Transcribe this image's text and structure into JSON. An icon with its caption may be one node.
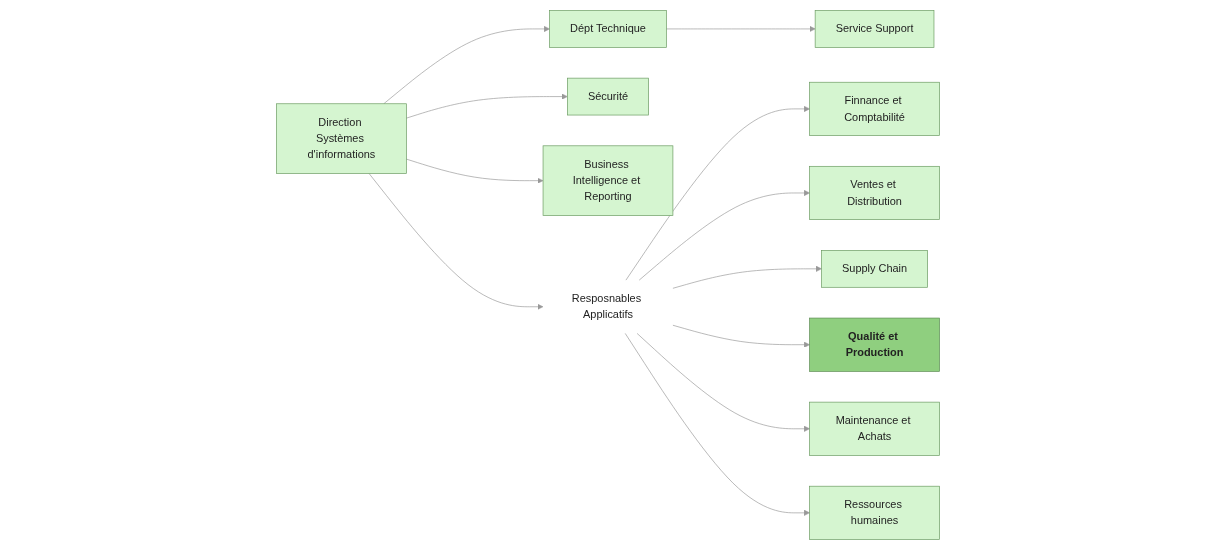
{
  "diagram": {
    "nodes": [
      {
        "text": [
          "Direction Systèmes d'informations"
        ]
      },
      {
        "text": [
          "Dépt Technique"
        ]
      },
      {
        "text": [
          "Service Support"
        ]
      },
      {
        "text": [
          "Sécurité"
        ]
      },
      {
        "text": [
          "Business Intelligence et Reporting"
        ]
      },
      {
        "text": [
          "Resposnables Applicatifs"
        ]
      },
      {
        "text": [
          "Finnance et Comptabilité"
        ]
      },
      {
        "text": [
          "Ventes et Distribution"
        ]
      },
      {
        "text": [
          "Supply Chain"
        ]
      },
      {
        "text": [
          "Qualité et Production"
        ]
      },
      {
        "text": [
          "Maintenance et Achats"
        ]
      },
      {
        "text": [
          "Ressources humaines"
        ]
      }
    ],
    "edges": [
      {
        "from": 0,
        "to": 1,
        "arrow": "to"
      },
      {
        "from": 0,
        "to": 3,
        "arrow": "to"
      },
      {
        "from": 0,
        "to": 4,
        "arrow": "to"
      },
      {
        "from": 0,
        "to": 5,
        "arrow": "to"
      },
      {
        "from": 1,
        "to": 2,
        "arrow": "to"
      },
      {
        "from": 5,
        "to": 6,
        "arrow": "to"
      },
      {
        "from": 5,
        "to": 7,
        "arrow": "to"
      },
      {
        "from": 5,
        "to": 8,
        "arrow": "to"
      },
      {
        "from": 5,
        "to": 9,
        "arrow": "to"
      },
      {
        "from": 5,
        "to": 10,
        "arrow": "to"
      },
      {
        "from": 5,
        "to": 11,
        "arrow": "to"
      }
    ]
  }
}
